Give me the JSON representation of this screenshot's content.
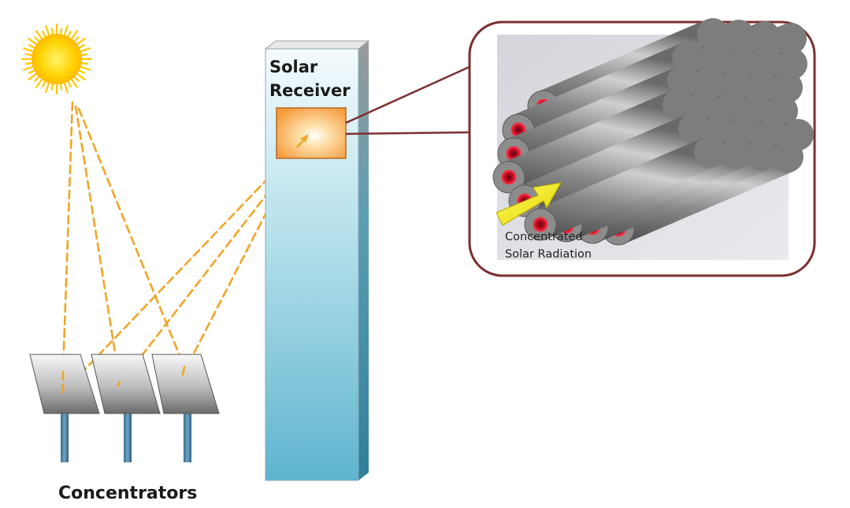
{
  "labels": {
    "receiver_line1": "Solar",
    "receiver_line2": "Receiver",
    "concentrators": "Concentrators",
    "radiation_line1": "Concentrated",
    "radiation_line2": "Solar Radiation"
  },
  "colors": {
    "sun": "#ffd200",
    "ray": "#f0a526",
    "tower_top": "#f4fbfd",
    "tower_bottom": "#5fb4cf",
    "tower_side": "#3d8fa9",
    "callout_border": "#7b2f2f",
    "arrow": "#f0e800",
    "tube_core": "#d01024"
  },
  "icons": {
    "sun": "sun-icon",
    "arrow": "arrow-icon"
  }
}
